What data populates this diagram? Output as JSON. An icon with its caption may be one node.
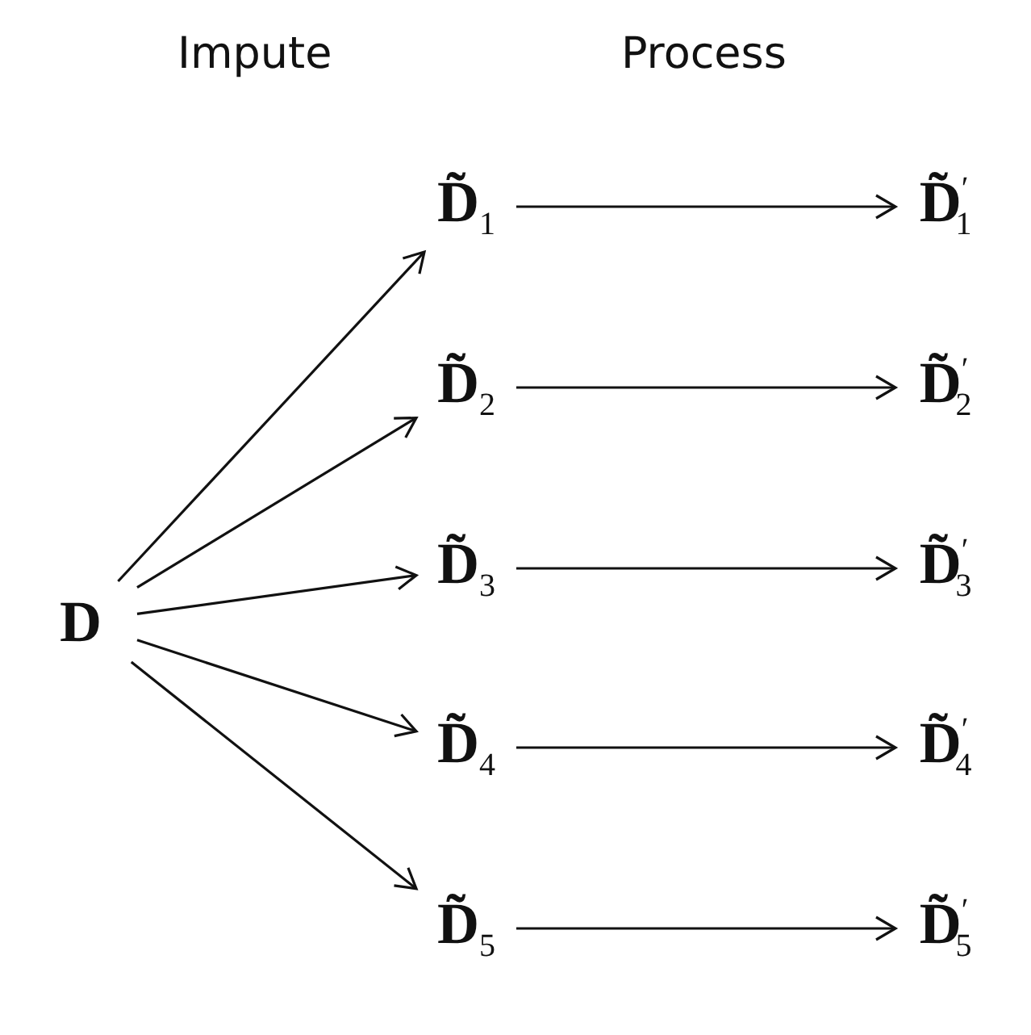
{
  "diagram": {
    "nodes": [
      {
        "text": [
          "**D**"
        ]
      },
      {
        "text": [
          "**D̃**$_{1}$"
        ]
      },
      {
        "text": [
          "**D̃**$_{2}$"
        ]
      },
      {
        "text": [
          "**D̃**$_{3}$"
        ]
      },
      {
        "text": [
          "**D̃**$_{4}$"
        ]
      },
      {
        "text": [
          "**D̃**$_{5}$"
        ]
      },
      {
        "text": [
          "**D̃**$^{′}$$_{1}$"
        ]
      },
      {
        "text": [
          "**D̃**$^{′}$$_{2}$"
        ]
      },
      {
        "text": [
          "**D̃**$^{′}$$_{3}$"
        ]
      },
      {
        "text": [
          "**D̃**$^{′}$$_{4}$"
        ]
      },
      {
        "text": [
          "**D̃**$^{′}$$_{5}$"
        ]
      }
    ],
    "edges": [
      {
        "from": 0,
        "to": 1,
        "arrow": "to"
      },
      {
        "from": 0,
        "to": 2,
        "arrow": "to"
      },
      {
        "from": 0,
        "to": 3,
        "arrow": "to"
      },
      {
        "from": 0,
        "to": 4,
        "arrow": "to"
      },
      {
        "from": 0,
        "to": 5,
        "arrow": "to"
      },
      {
        "from": 1,
        "to": 6,
        "arrow": "to"
      },
      {
        "from": 2,
        "to": 7,
        "arrow": "to"
      },
      {
        "from": 3,
        "to": 8,
        "arrow": "to"
      },
      {
        "from": 4,
        "to": 9,
        "arrow": "to"
      },
      {
        "from": 5,
        "to": 10,
        "arrow": "to"
      }
    ],
    "labels": [
      "Impute",
      "Process"
    ]
  }
}
